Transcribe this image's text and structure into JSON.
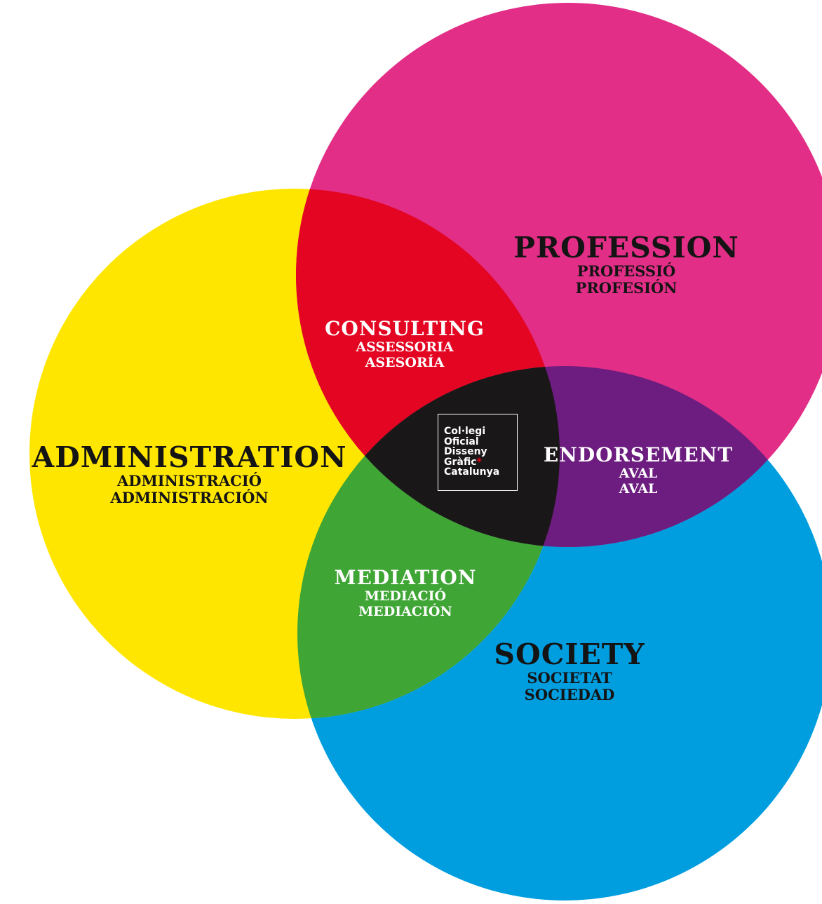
{
  "colors": {
    "profession": "#e22e87",
    "administration": "#ffe600",
    "society": "#009ddf",
    "consulting": "#e30521",
    "endorsement": "#6c1d7f",
    "mediation": "#3fa535",
    "center": "#1a1718",
    "logo_asterisk": "#e30613"
  },
  "sets": {
    "profession": {
      "label": "PROFESSION",
      "ca": "PROFESSIÓ",
      "es": "PROFESIÓN"
    },
    "administration": {
      "label": "ADMINISTRATION",
      "ca": "ADMINISTRACIÓ",
      "es": "ADMINISTRACIÓN"
    },
    "society": {
      "label": "SOCIETY",
      "ca": "SOCIETAT",
      "es": "SOCIEDAD"
    }
  },
  "intersections": {
    "consulting": {
      "label": "CONSULTING",
      "ca": "ASSESSORIA",
      "es": "ASESORÍA"
    },
    "endorsement": {
      "label": "ENDORSEMENT",
      "ca": "AVAL",
      "es": "AVAL"
    },
    "mediation": {
      "label": "MEDIATION",
      "ca": "MEDIACIÓ",
      "es": "MEDIACIÓN"
    }
  },
  "logo": {
    "line1": "Col·legi",
    "line2": "Oficial",
    "line3": "Disseny",
    "line4": "Gràfic",
    "asterisk": "*",
    "line5": "Catalunya"
  }
}
